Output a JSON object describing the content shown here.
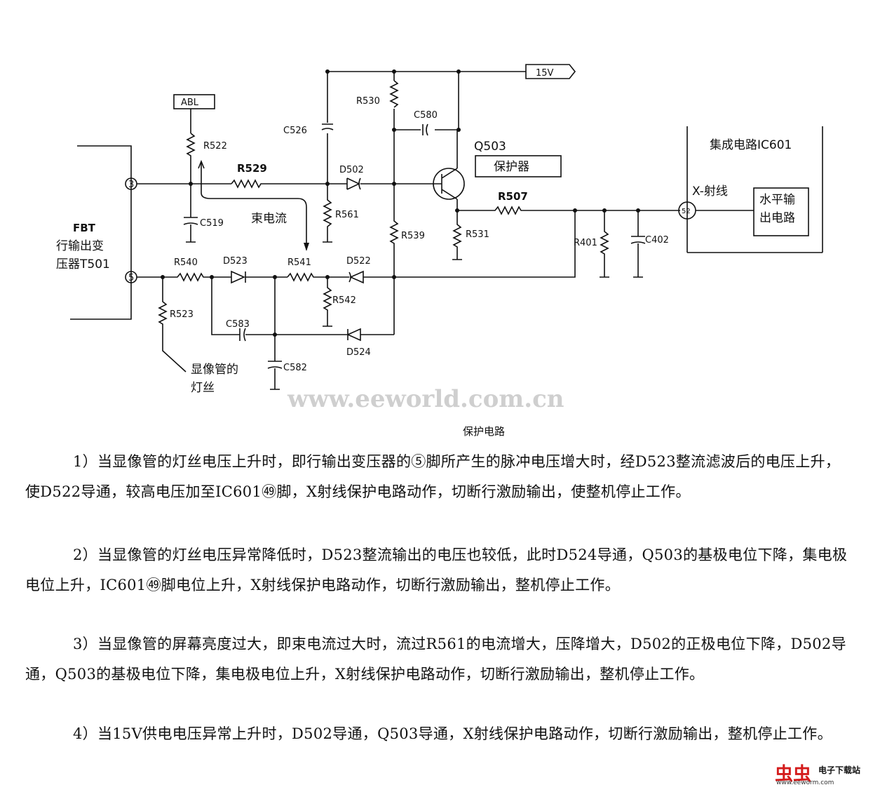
{
  "diagram": {
    "labels": {
      "supply": "15V",
      "abl": "ABL",
      "ic_name": "集成电路IC601",
      "xray": "X-射线",
      "h_output": "水平输出电路",
      "fbt_1": "FBT",
      "fbt_2": "行输出变",
      "fbt_3": "压器T501",
      "beam": "束电流",
      "filament_1": "显像管的",
      "filament_2": "灯丝",
      "protector": "保护器",
      "watermark": "www.eeworld.com.cn",
      "pin3": "3",
      "pin5": "5",
      "pin52": "52"
    },
    "components": {
      "R530": "R530",
      "C580": "C580",
      "C526": "C526",
      "Q503": "Q503",
      "R522": "R522",
      "R529": "R529",
      "D502": "D502",
      "C519": "C519",
      "R561": "R561",
      "R539": "R539",
      "R531": "R531",
      "R507": "R507",
      "R401": "R401",
      "C402": "C402",
      "R540": "R540",
      "D523": "D523",
      "R541": "R541",
      "D522": "D522",
      "R542": "R542",
      "R523": "R523",
      "C583": "C583",
      "D524": "D524",
      "C582": "C582"
    }
  },
  "caption": "保护电路",
  "paragraphs": [
    "1）当显像管的灯丝电压上升时，即行输出变压器的⑤脚所产生的脉冲电压增大时，经D523整流滤波后的电压上升，使D522导通，较高电压加至IC601㊾脚，X射线保护电路动作，切断行激励输出，使整机停止工作。",
    "2）当显像管的灯丝电压异常降低时，D523整流输出的电压也较低，此时D524导通，Q503的基极电位下降，集电极电位上升，IC601㊾脚电位上升，X射线保护电路动作，切断行激励输出，整机停止工作。",
    "3）当显像管的屏幕亮度过大，即束电流过大时，流过R561的电流增大，压降增大，D502的正极电位下降，D502导通，Q503的基极电位下降，集电极电位上升，X射线保护电路动作，切断行激励输出，整机停止工作。",
    "4）当15V供电电压异常上升时，D502导通，Q503导通，X射线保护电路动作，切断行激励输出，整机停止工作。"
  ],
  "logo": {
    "main": "虫虫",
    "side": "电子下载站",
    "url": "www.eeworm.com"
  }
}
